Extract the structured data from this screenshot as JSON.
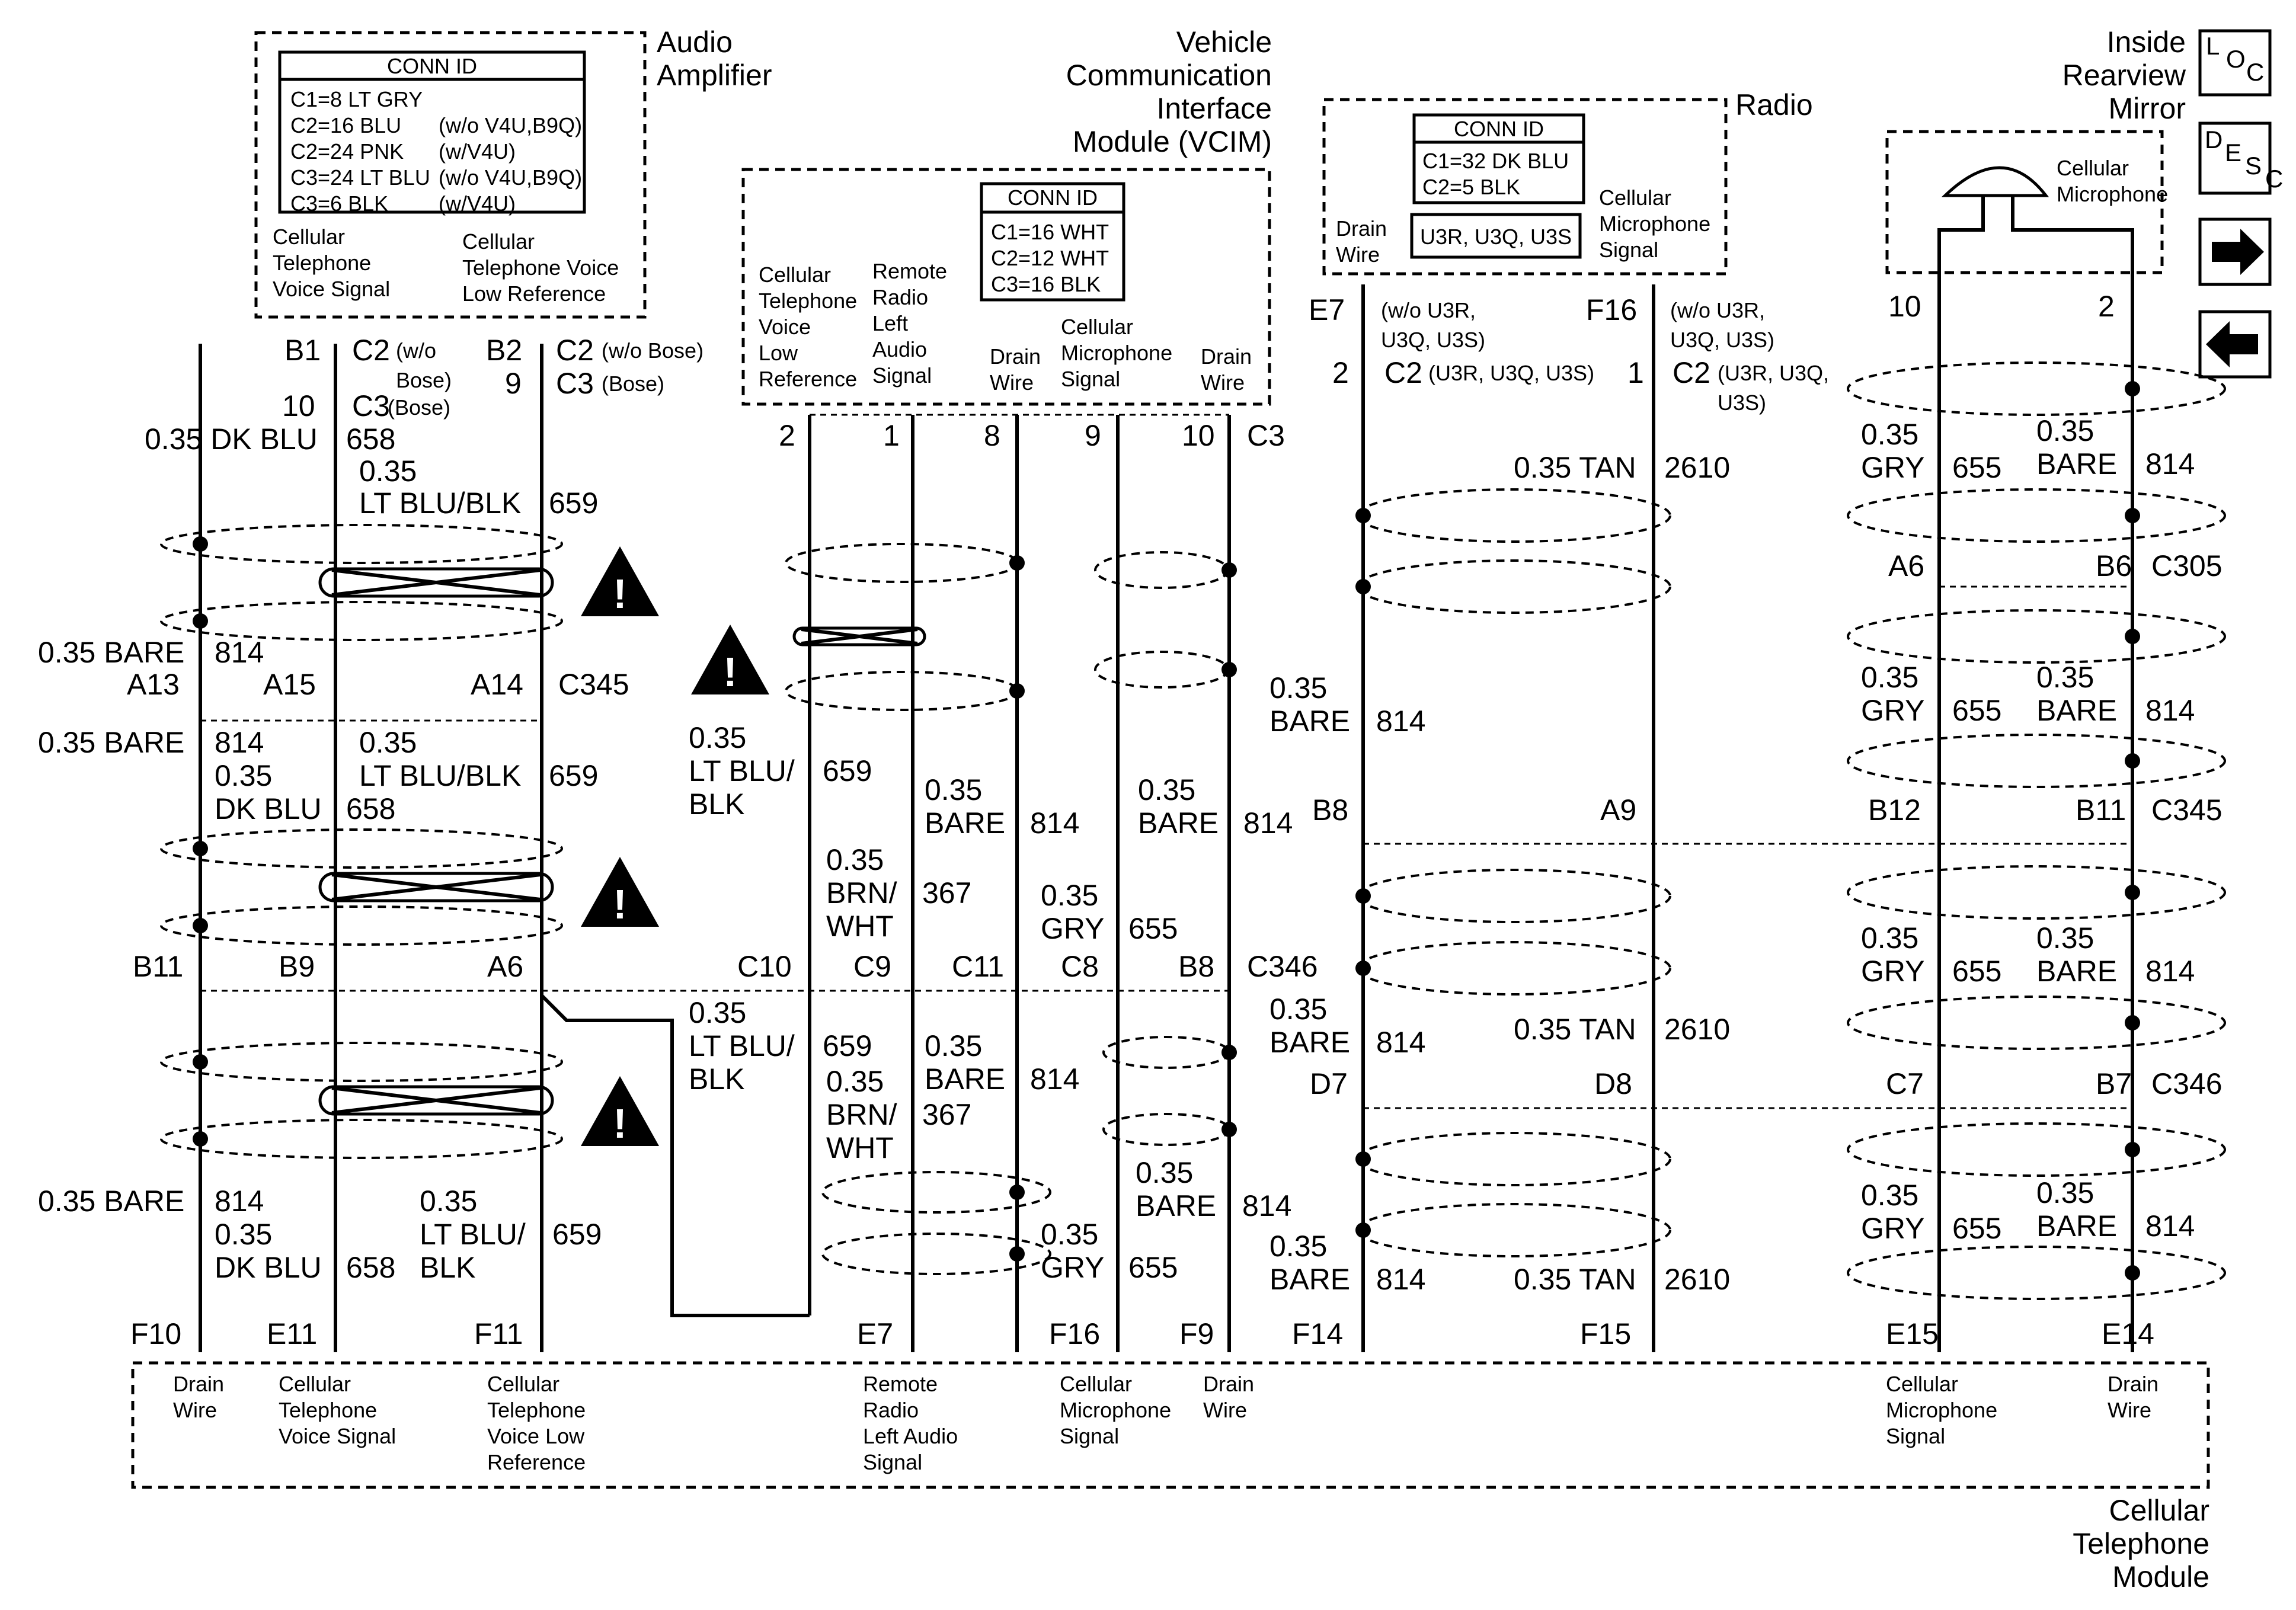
{
  "components": {
    "audio_amp": "Audio\nAmplifier",
    "vcim": "Vehicle\nCommunication\nInterface\nModule (VCIM)",
    "radio": "Radio",
    "mirror": "Inside\nRearview\nMirror",
    "ctm": "Cellular\nTelephone\nModule"
  },
  "nav": {
    "loc": "LOC",
    "desc": "DESC"
  },
  "conn_id": {
    "title": "CONN ID",
    "amp": [
      "C1=8 LT GRY",
      "C2=16 BLU",
      "C2=24 PNK",
      "C3=24 LT BLU",
      "C3=6 BLK"
    ],
    "amp_opt": [
      "",
      "(w/o V4U,B9Q)",
      "(w/V4U)",
      "(w/o V4U,B9Q)",
      "(w/V4U)"
    ],
    "vcim": [
      "C1=16 WHT",
      "C2=12 WHT",
      "C3=16 BLK"
    ],
    "radio": [
      "C1=32 DK BLU",
      "C2=5 BLK"
    ],
    "radio_opt": "U3R, U3Q, U3S"
  },
  "pin_labels": {
    "amp_voice": "Cellular\nTelephone\nVoice Signal",
    "amp_low": "Cellular\nTelephone Voice\nLow Reference",
    "vcim_low": "Cellular\nTelephone\nVoice\nLow\nReference",
    "vcim_radio": "Remote\nRadio\nLeft\nAudio\nSignal",
    "vcim_drain": "Drain\nWire",
    "vcim_mic": "Cellular\nMicrophone\nSignal",
    "radio_drain": "Drain\nWire",
    "radio_mic": "Cellular\nMicrophone\nSignal",
    "mirror_mic": "Cellular\nMicrophone",
    "ctm": [
      "Drain\nWire",
      "Cellular\nTelephone\nVoice Signal",
      "Cellular\nTelephone\nVoice Low\nReference",
      "Remote\nRadio\nLeft Audio\nSignal",
      "Cellular\nMicrophone\nSignal",
      "Drain\nWire",
      "Cellular\nMicrophone\nSignal",
      "Drain\nWire"
    ]
  },
  "texts": [
    [
      "B1",
      480,
      608,
      "t"
    ],
    [
      "C2",
      594,
      608,
      "t"
    ],
    [
      "(w/o",
      668,
      604,
      "s"
    ],
    [
      "Bose)",
      668,
      654,
      "s"
    ],
    [
      "B2",
      820,
      608,
      "t"
    ],
    [
      "C2",
      938,
      608,
      "t"
    ],
    [
      "(w/o Bose)",
      1015,
      604,
      "s"
    ],
    [
      "10",
      476,
      702,
      "t"
    ],
    [
      "C3",
      594,
      702,
      "t"
    ],
    [
      "(Bose)",
      654,
      700,
      "s"
    ],
    [
      "9",
      852,
      664,
      "t"
    ],
    [
      "C3",
      938,
      664,
      "t"
    ],
    [
      "(Bose)",
      1015,
      660,
      "s"
    ],
    [
      "0.35 DK BLU",
      244,
      758,
      "t"
    ],
    [
      "658",
      584,
      758,
      "t"
    ],
    [
      "0.35",
      606,
      812,
      "t"
    ],
    [
      "LT BLU/BLK",
      606,
      866,
      "t"
    ],
    [
      "659",
      926,
      866,
      "t"
    ],
    [
      "0.35 BARE",
      64,
      1118,
      "t"
    ],
    [
      "814",
      362,
      1118,
      "t"
    ],
    [
      "A13",
      214,
      1172,
      "t"
    ],
    [
      "A15",
      444,
      1172,
      "t"
    ],
    [
      "A14",
      794,
      1172,
      "t"
    ],
    [
      "C345",
      942,
      1172,
      "t"
    ],
    [
      "0.35 BARE",
      64,
      1270,
      "t"
    ],
    [
      "814",
      362,
      1270,
      "t"
    ],
    [
      "0.35",
      606,
      1270,
      "t"
    ],
    [
      "0.35",
      362,
      1326,
      "t"
    ],
    [
      "LT BLU/BLK",
      606,
      1326,
      "t"
    ],
    [
      "659",
      926,
      1326,
      "t"
    ],
    [
      "DK BLU",
      362,
      1382,
      "t"
    ],
    [
      "658",
      584,
      1382,
      "t"
    ],
    [
      "B11",
      224,
      1648,
      "t"
    ],
    [
      "B9",
      470,
      1648,
      "t"
    ],
    [
      "A6",
      822,
      1648,
      "t"
    ],
    [
      "0.35 BARE",
      64,
      2044,
      "t"
    ],
    [
      "814",
      362,
      2044,
      "t"
    ],
    [
      "0.35",
      362,
      2100,
      "t"
    ],
    [
      "0.35",
      708,
      2044,
      "t"
    ],
    [
      "LT BLU/",
      708,
      2100,
      "t"
    ],
    [
      "659",
      932,
      2100,
      "t"
    ],
    [
      "DK BLU",
      362,
      2156,
      "t"
    ],
    [
      "658",
      584,
      2156,
      "t"
    ],
    [
      "BLK",
      708,
      2156,
      "t"
    ],
    [
      "F10",
      220,
      2268,
      "t"
    ],
    [
      "E11",
      450,
      2268,
      "t"
    ],
    [
      "F11",
      800,
      2268,
      "t"
    ],
    [
      "2",
      1314,
      752,
      "t"
    ],
    [
      "1",
      1490,
      752,
      "t"
    ],
    [
      "8",
      1660,
      752,
      "t"
    ],
    [
      "9",
      1830,
      752,
      "t"
    ],
    [
      "10",
      1994,
      752,
      "t"
    ],
    [
      "C3",
      2104,
      752,
      "t"
    ],
    [
      "0.35",
      1162,
      1262,
      "t"
    ],
    [
      "LT BLU/",
      1162,
      1318,
      "t"
    ],
    [
      "659",
      1388,
      1318,
      "t"
    ],
    [
      "BLK",
      1162,
      1374,
      "t"
    ],
    [
      "0.35",
      1560,
      1350,
      "t"
    ],
    [
      "BARE",
      1560,
      1406,
      "t"
    ],
    [
      "814",
      1738,
      1406,
      "t"
    ],
    [
      "0.35",
      1920,
      1350,
      "t"
    ],
    [
      "BARE",
      1920,
      1406,
      "t"
    ],
    [
      "814",
      2098,
      1406,
      "t"
    ],
    [
      "0.35",
      1394,
      1468,
      "t"
    ],
    [
      "BRN/",
      1394,
      1524,
      "t"
    ],
    [
      "367",
      1556,
      1524,
      "t"
    ],
    [
      "WHT",
      1394,
      1580,
      "t"
    ],
    [
      "0.35",
      1756,
      1528,
      "t"
    ],
    [
      "GRY",
      1756,
      1584,
      "t"
    ],
    [
      "655",
      1904,
      1584,
      "t"
    ],
    [
      "C10",
      1244,
      1648,
      "t"
    ],
    [
      "C9",
      1440,
      1648,
      "t"
    ],
    [
      "C11",
      1606,
      1648,
      "t"
    ],
    [
      "C8",
      1790,
      1648,
      "t"
    ],
    [
      "B8",
      1988,
      1648,
      "t"
    ],
    [
      "C346",
      2104,
      1648,
      "t"
    ],
    [
      "0.35",
      1162,
      1726,
      "t"
    ],
    [
      "LT BLU/",
      1162,
      1782,
      "t"
    ],
    [
      "659",
      1388,
      1782,
      "t"
    ],
    [
      "BLK",
      1162,
      1838,
      "t"
    ],
    [
      "0.35",
      1560,
      1782,
      "t"
    ],
    [
      "BARE",
      1560,
      1838,
      "t"
    ],
    [
      "814",
      1738,
      1838,
      "t"
    ],
    [
      "0.35",
      1394,
      1842,
      "t"
    ],
    [
      "BRN/",
      1394,
      1898,
      "t"
    ],
    [
      "367",
      1556,
      1898,
      "t"
    ],
    [
      "WHT",
      1394,
      1954,
      "t"
    ],
    [
      "0.35",
      1916,
      1996,
      "t"
    ],
    [
      "BARE",
      1916,
      2052,
      "t"
    ],
    [
      "814",
      2096,
      2052,
      "t"
    ],
    [
      "0.35",
      1756,
      2100,
      "t"
    ],
    [
      "GRY",
      1756,
      2156,
      "t"
    ],
    [
      "655",
      1904,
      2156,
      "t"
    ],
    [
      "E7",
      1446,
      2268,
      "t"
    ],
    [
      "F16",
      1770,
      2268,
      "t"
    ],
    [
      "F9",
      1990,
      2268,
      "t"
    ],
    [
      "E7",
      2208,
      540,
      "t"
    ],
    [
      "(w/o U3R,",
      2330,
      536,
      "s"
    ],
    [
      "U3Q, U3S)",
      2330,
      586,
      "s"
    ],
    [
      "2",
      2248,
      646,
      "t"
    ],
    [
      "C2",
      2336,
      646,
      "t"
    ],
    [
      "(U3R, U3Q, U3S)",
      2410,
      642,
      "s"
    ],
    [
      "F16",
      2676,
      540,
      "t"
    ],
    [
      "(w/o U3R,",
      2818,
      536,
      "s"
    ],
    [
      "U3Q, U3S)",
      2818,
      586,
      "s"
    ],
    [
      "1",
      2746,
      646,
      "t"
    ],
    [
      "C2",
      2822,
      646,
      "t"
    ],
    [
      "(U3R, U3Q,",
      2898,
      642,
      "s"
    ],
    [
      "U3S)",
      2898,
      692,
      "s"
    ],
    [
      "0.35 TAN",
      2554,
      806,
      "t"
    ],
    [
      "2610",
      2808,
      806,
      "t"
    ],
    [
      "0.35",
      2142,
      1178,
      "t"
    ],
    [
      "BARE",
      2142,
      1234,
      "t"
    ],
    [
      "814",
      2322,
      1234,
      "t"
    ],
    [
      "B8",
      2214,
      1384,
      "t"
    ],
    [
      "A9",
      2700,
      1384,
      "t"
    ],
    [
      "0.35",
      2142,
      1720,
      "t"
    ],
    [
      "BARE",
      2142,
      1776,
      "t"
    ],
    [
      "814",
      2322,
      1776,
      "t"
    ],
    [
      "0.35 TAN",
      2554,
      1754,
      "t"
    ],
    [
      "2610",
      2808,
      1754,
      "t"
    ],
    [
      "D7",
      2210,
      1846,
      "t"
    ],
    [
      "D8",
      2690,
      1846,
      "t"
    ],
    [
      "0.35",
      2142,
      2120,
      "t"
    ],
    [
      "BARE",
      2142,
      2176,
      "t"
    ],
    [
      "814",
      2322,
      2176,
      "t"
    ],
    [
      "0.35 TAN",
      2554,
      2176,
      "t"
    ],
    [
      "2610",
      2808,
      2176,
      "t"
    ],
    [
      "F14",
      2180,
      2268,
      "t"
    ],
    [
      "F15",
      2666,
      2268,
      "t"
    ],
    [
      "10",
      3186,
      534,
      "t"
    ],
    [
      "2",
      3540,
      534,
      "t"
    ],
    [
      "0.35",
      3140,
      750,
      "t"
    ],
    [
      "GRY",
      3140,
      806,
      "t"
    ],
    [
      "655",
      3294,
      806,
      "t"
    ],
    [
      "0.35",
      3436,
      744,
      "t"
    ],
    [
      "BARE",
      3436,
      800,
      "t"
    ],
    [
      "814",
      3620,
      800,
      "t"
    ],
    [
      "A6",
      3186,
      972,
      "t"
    ],
    [
      "B6",
      3536,
      972,
      "t"
    ],
    [
      "C305",
      3630,
      972,
      "t"
    ],
    [
      "0.35",
      3140,
      1160,
      "t"
    ],
    [
      "GRY",
      3140,
      1216,
      "t"
    ],
    [
      "655",
      3294,
      1216,
      "t"
    ],
    [
      "0.35",
      3436,
      1160,
      "t"
    ],
    [
      "BARE",
      3436,
      1216,
      "t"
    ],
    [
      "814",
      3620,
      1216,
      "t"
    ],
    [
      "B12",
      3152,
      1384,
      "t"
    ],
    [
      "B11",
      3502,
      1384,
      "t"
    ],
    [
      "C345",
      3630,
      1384,
      "t"
    ],
    [
      "0.35",
      3140,
      1600,
      "t"
    ],
    [
      "GRY",
      3140,
      1656,
      "t"
    ],
    [
      "655",
      3294,
      1656,
      "t"
    ],
    [
      "0.35",
      3436,
      1600,
      "t"
    ],
    [
      "BARE",
      3436,
      1656,
      "t"
    ],
    [
      "814",
      3620,
      1656,
      "t"
    ],
    [
      "C7",
      3182,
      1846,
      "t"
    ],
    [
      "B7",
      3536,
      1846,
      "t"
    ],
    [
      "C346",
      3630,
      1846,
      "t"
    ],
    [
      "0.35",
      3140,
      2034,
      "t"
    ],
    [
      "GRY",
      3140,
      2090,
      "t"
    ],
    [
      "655",
      3294,
      2090,
      "t"
    ],
    [
      "0.35",
      3436,
      2030,
      "t"
    ],
    [
      "BARE",
      3436,
      2086,
      "t"
    ],
    [
      "814",
      3620,
      2086,
      "t"
    ],
    [
      "E15",
      3182,
      2268,
      "t"
    ],
    [
      "E14",
      3546,
      2268,
      "t"
    ]
  ]
}
